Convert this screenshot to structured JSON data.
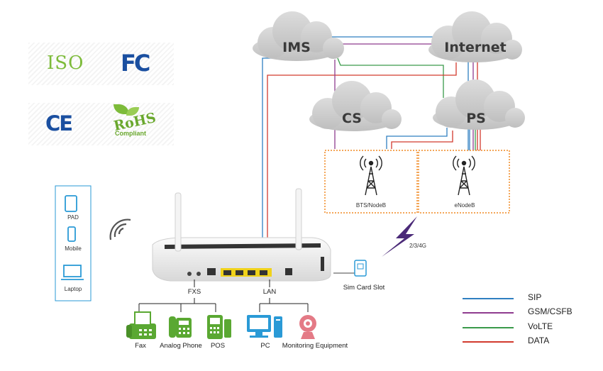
{
  "certifications": {
    "iso": "ISO",
    "fcc": "FC",
    "ce": "CE",
    "rohs": "RoHS",
    "rohs_sub": "Compliant"
  },
  "clouds": {
    "ims": "IMS",
    "internet": "Internet",
    "cs": "CS",
    "ps": "PS"
  },
  "stations": {
    "bts": "BTS/NodeB",
    "enodeb": "eNodeB"
  },
  "wireless_band": "2/3/4G",
  "wifi_devices": [
    "PAD",
    "Mobile",
    "Laptop"
  ],
  "router": {
    "fxs_label": "FXS",
    "lan_label": "LAN"
  },
  "sim_card_slot": "Sim Card Slot",
  "fxs_devices": [
    "Fax",
    "Analog Phone",
    "POS"
  ],
  "lan_devices": [
    "PC",
    "Monitoring Equipment"
  ],
  "legend": [
    {
      "label": "SIP",
      "color": "#2f7fc1"
    },
    {
      "label": "GSM/CSFB",
      "color": "#8e3b8e"
    },
    {
      "label": "VoLTE",
      "color": "#3a9a4a"
    },
    {
      "label": "DATA",
      "color": "#d23a2e"
    }
  ],
  "colors": {
    "device_green": "#5aa832",
    "device_blue": "#2a9ad6",
    "device_pink": "#e47a86",
    "bts_border": "#f08a24",
    "wireless": "#4b2a78"
  }
}
